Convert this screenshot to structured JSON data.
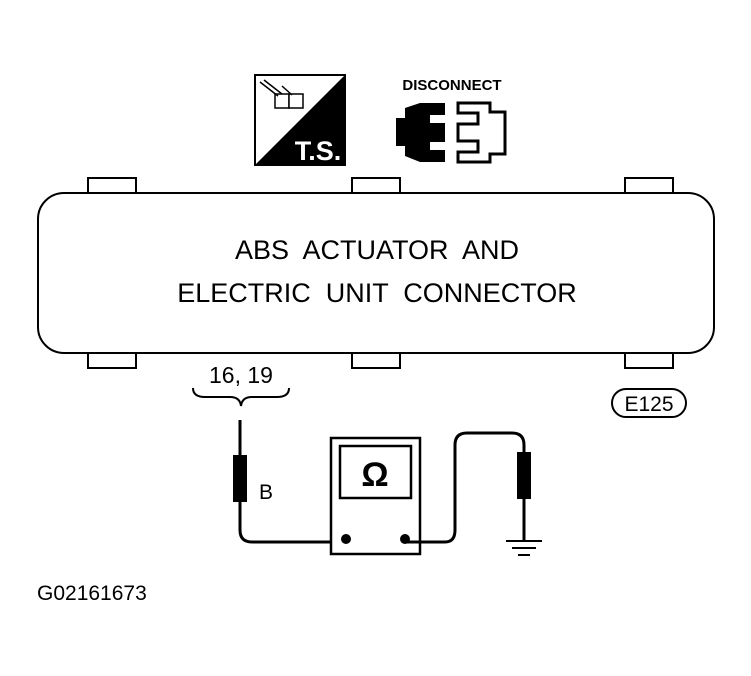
{
  "icons": {
    "ts_label": "T.S.",
    "disconnect_label": "DISCONNECT"
  },
  "connector": {
    "title_line1": "ABS  ACTUATOR  AND",
    "title_line2": "ELECTRIC  UNIT  CONNECTOR",
    "code": "E125"
  },
  "harness": {
    "terminals": "16, 19",
    "wire_color": "B"
  },
  "meter": {
    "symbol": "Ω"
  },
  "figure_id": "G02161673"
}
